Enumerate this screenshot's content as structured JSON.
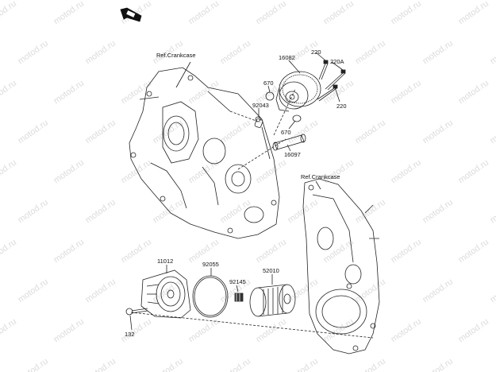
{
  "watermark": {
    "text": "motod.ru"
  },
  "labels": {
    "ref_crankcase_top": "Ref.Crankcase",
    "ref_crankcase_right": "Ref.Crankcase",
    "p16082": "16082",
    "p220_top": "220",
    "p220a": "220A",
    "p220_right": "220",
    "p670_top": "670",
    "p92043": "92043",
    "p670_bottom": "670",
    "p16097": "16097",
    "p11012": "11012",
    "p92055": "92055",
    "p92145": "92145",
    "p52010": "52010",
    "p132": "132"
  },
  "icons": {
    "front_arrow": "front-arrow-icon"
  }
}
